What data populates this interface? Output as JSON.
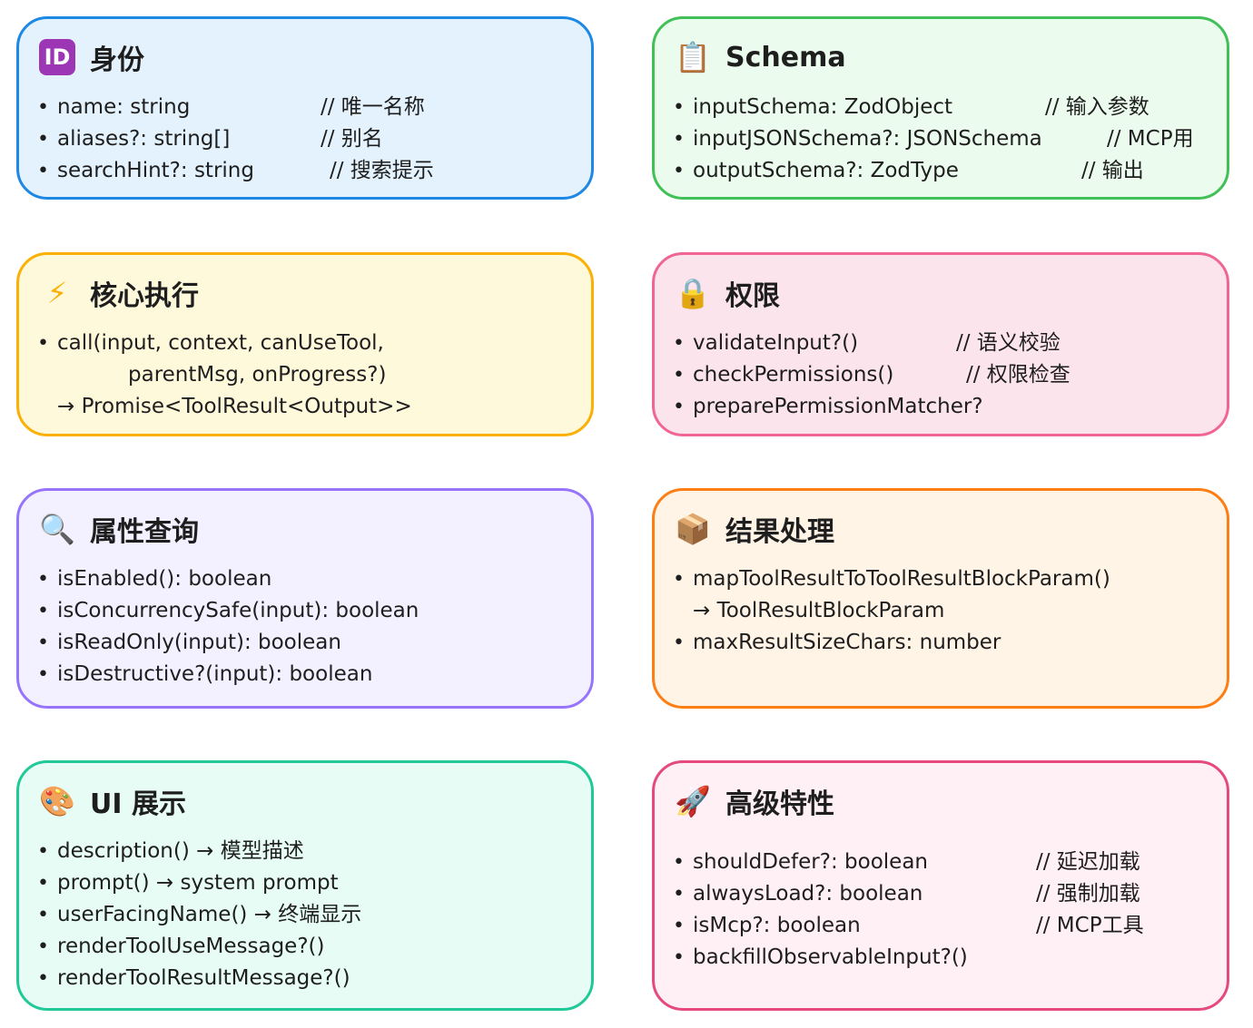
{
  "cards": {
    "identity": {
      "icon": "id-icon",
      "icon_text": "ID",
      "title": "身份",
      "lines": [
        {
          "code": "name: string",
          "comment": "// 唯一名称"
        },
        {
          "code": "aliases?: string[]",
          "comment": "// 别名"
        },
        {
          "code": "searchHint?: string",
          "comment": "// 搜索提示"
        }
      ]
    },
    "schema": {
      "icon": "clipboard-icon",
      "title": "Schema",
      "lines": [
        {
          "code": "inputSchema: ZodObject",
          "comment": "// 输入参数"
        },
        {
          "code": "inputJSONSchema?: JSONSchema",
          "comment": "// MCP用"
        },
        {
          "code": "outputSchema?: ZodType",
          "comment": "// 输出"
        }
      ]
    },
    "execution": {
      "icon": "lightning-icon",
      "title": "核心执行",
      "lines": [
        {
          "code": "call(input, context, canUseTool,"
        },
        {
          "code": "parentMsg, onProgress?)"
        },
        {
          "code": "→ Promise<ToolResult<Output>>"
        }
      ]
    },
    "permissions": {
      "icon": "lock-icon",
      "title": "权限",
      "lines": [
        {
          "code": "validateInput?()",
          "comment": "// 语义校验"
        },
        {
          "code": "checkPermissions()",
          "comment": "// 权限检查"
        },
        {
          "code": "preparePermissionMatcher?"
        }
      ]
    },
    "properties": {
      "icon": "magnifier-icon",
      "title": "属性查询",
      "lines": [
        {
          "code": "isEnabled(): boolean"
        },
        {
          "code": "isConcurrencySafe(input): boolean"
        },
        {
          "code": "isReadOnly(input): boolean"
        },
        {
          "code": "isDestructive?(input): boolean"
        }
      ]
    },
    "results": {
      "icon": "package-icon",
      "title": "结果处理",
      "lines": [
        {
          "code": "mapToolResultToToolResultBlockParam()"
        },
        {
          "code": "→ ToolResultBlockParam"
        },
        {
          "code": "maxResultSizeChars: number"
        }
      ]
    },
    "ui": {
      "icon": "palette-icon",
      "title": "UI 展示",
      "lines": [
        {
          "code": "description() → 模型描述"
        },
        {
          "code": "prompt() → system prompt"
        },
        {
          "code": "userFacingName() → 终端显示"
        },
        {
          "code": "renderToolUseMessage?()"
        },
        {
          "code": "renderToolResultMessage?()"
        }
      ]
    },
    "advanced": {
      "icon": "rocket-icon",
      "title": "高级特性",
      "lines": [
        {
          "code": "shouldDefer?: boolean",
          "comment": "// 延迟加载"
        },
        {
          "code": "alwaysLoad?: boolean",
          "comment": "// 强制加载"
        },
        {
          "code": "isMcp?: boolean",
          "comment": "// MCP工具"
        },
        {
          "code": "backfillObservableInput?()"
        }
      ]
    }
  },
  "bullet": "•",
  "colors": {
    "blue": "#1e88e5",
    "green": "#40c057",
    "yellow": "#fab005",
    "pink": "#f06595",
    "purple": "#9775fa",
    "orange": "#fd7e14",
    "teal": "#20c997",
    "magenta": "#e64980"
  }
}
